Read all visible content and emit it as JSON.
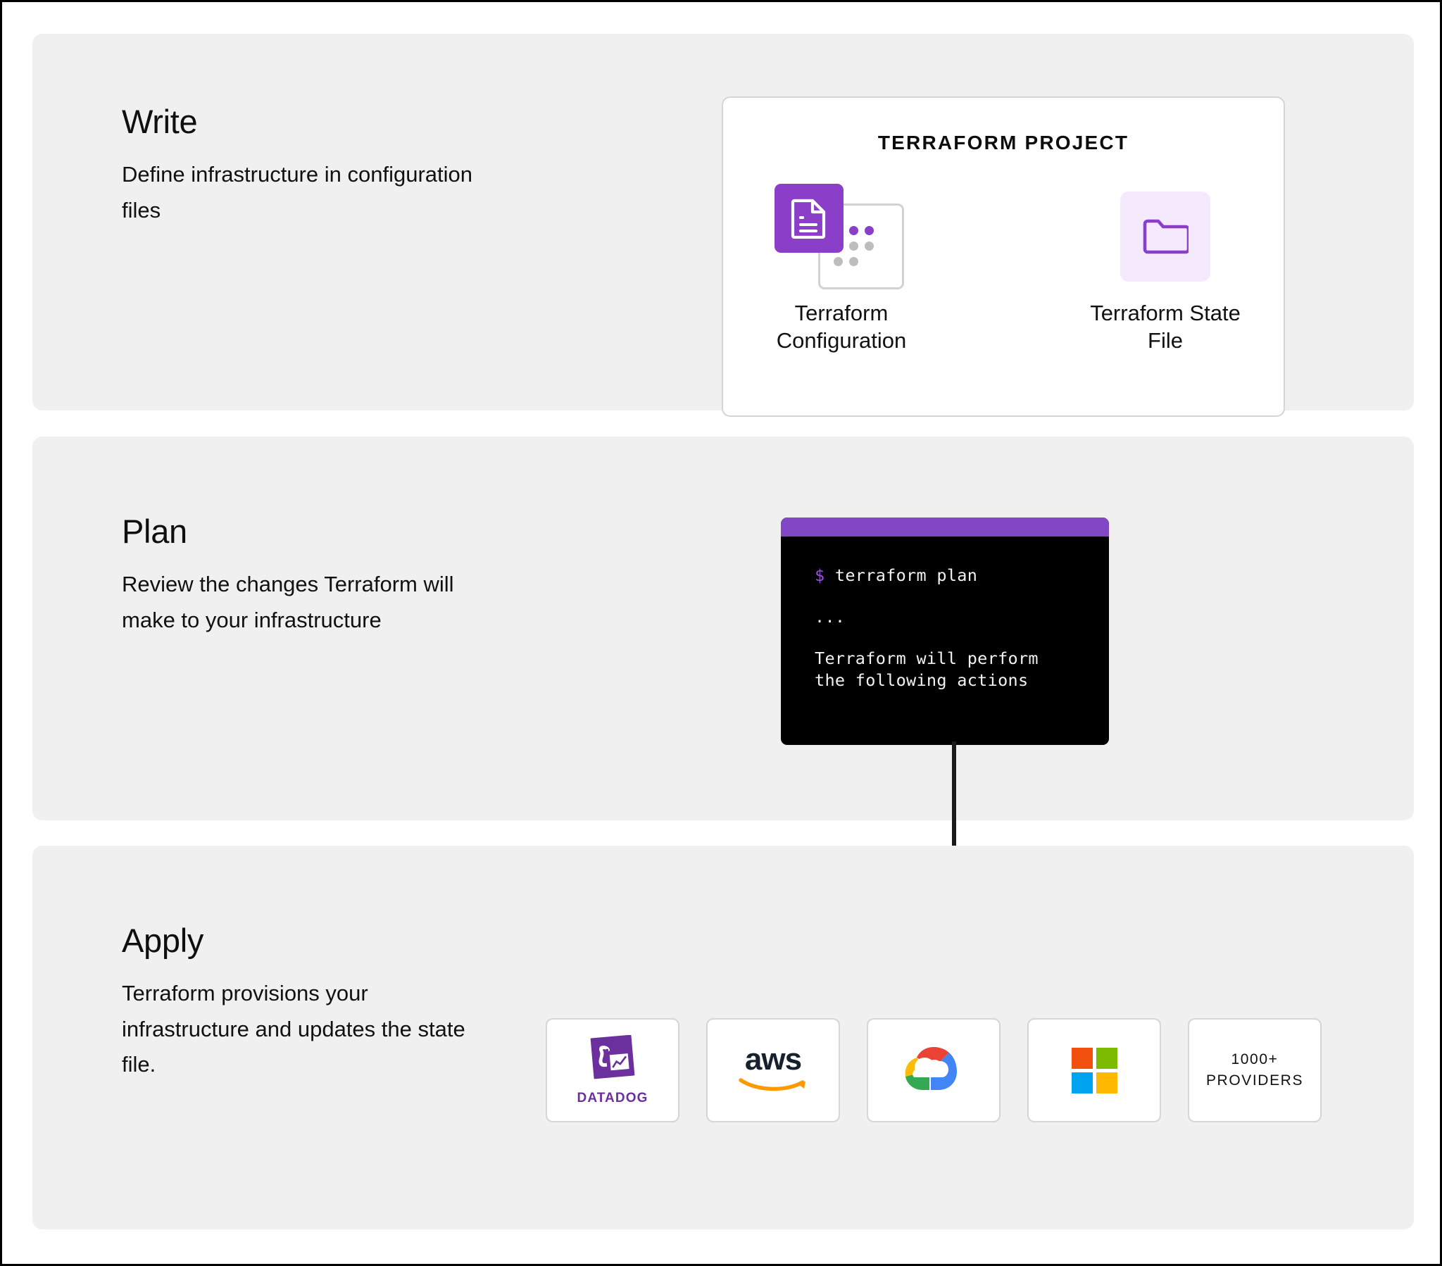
{
  "steps": [
    {
      "key": "write",
      "title": "Write",
      "description": "Define infrastructure in configuration files"
    },
    {
      "key": "plan",
      "title": "Plan",
      "description": "Review the changes Terraform will make to your infrastructure"
    },
    {
      "key": "apply",
      "title": "Apply",
      "description": "Terraform provisions your infrastructure and updates the state file."
    }
  ],
  "project_card": {
    "title": "TERRAFORM PROJECT",
    "assets": [
      {
        "name": "terraform-configuration",
        "label": "Terraform Configuration",
        "icon": "document-icon"
      },
      {
        "name": "terraform-state-file",
        "label": "Terraform State File",
        "icon": "folder-icon"
      }
    ]
  },
  "terminal": {
    "prompt": "$",
    "command": "terraform plan",
    "ellipsis": "...",
    "output_line_1": "Terraform will perform",
    "output_line_2": "the following actions"
  },
  "providers": [
    {
      "name": "datadog",
      "label": "DATADOG",
      "icon": "datadog-logo"
    },
    {
      "name": "aws",
      "label": "aws",
      "icon": "aws-logo"
    },
    {
      "name": "google-cloud",
      "label": "",
      "icon": "google-cloud-logo"
    },
    {
      "name": "microsoft-azure",
      "label": "",
      "icon": "microsoft-logo"
    },
    {
      "name": "more-providers",
      "label_line_1": "1000+",
      "label_line_2": "PROVIDERS",
      "icon": ""
    }
  ],
  "colors": {
    "brand_purple": "#8b3fc9",
    "terminal_titlebar": "#8247c5",
    "terminal_bg": "#000000",
    "panel_bg": "#f0f0f0",
    "state_tile_bg": "#f4e9fd",
    "aws_orange": "#ff9900",
    "ms_red": "#f2500f",
    "ms_green": "#7cbb00",
    "ms_blue": "#00a3ef",
    "ms_yellow": "#ffb900",
    "gcp_red": "#ea4335",
    "gcp_blue": "#4285f4",
    "gcp_yellow": "#fbbc05",
    "gcp_green": "#34a853"
  }
}
